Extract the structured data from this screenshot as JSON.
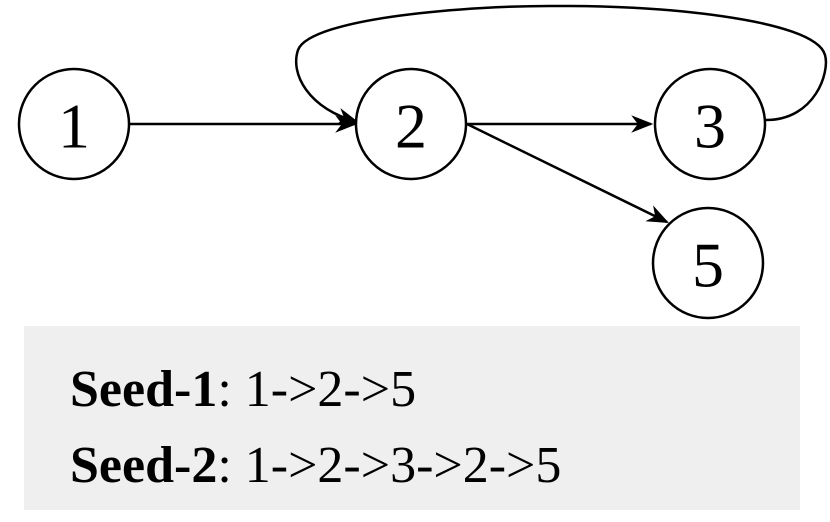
{
  "nodes": [
    {
      "id": "1",
      "label": "1"
    },
    {
      "id": "2",
      "label": "2"
    },
    {
      "id": "3",
      "label": "3"
    },
    {
      "id": "5",
      "label": "5"
    }
  ],
  "edges": [
    {
      "from": "1",
      "to": "2"
    },
    {
      "from": "2",
      "to": "3"
    },
    {
      "from": "2",
      "to": "5"
    },
    {
      "from": "3",
      "to": "2"
    }
  ],
  "seeds": [
    {
      "name": "Seed-1",
      "separator": ": ",
      "path": "1->2->5"
    },
    {
      "name": "Seed-2",
      "separator": ": ",
      "path": "1->2->3->2->5"
    }
  ],
  "colors": {
    "panel_background": "#efefef",
    "stroke": "#000000"
  }
}
